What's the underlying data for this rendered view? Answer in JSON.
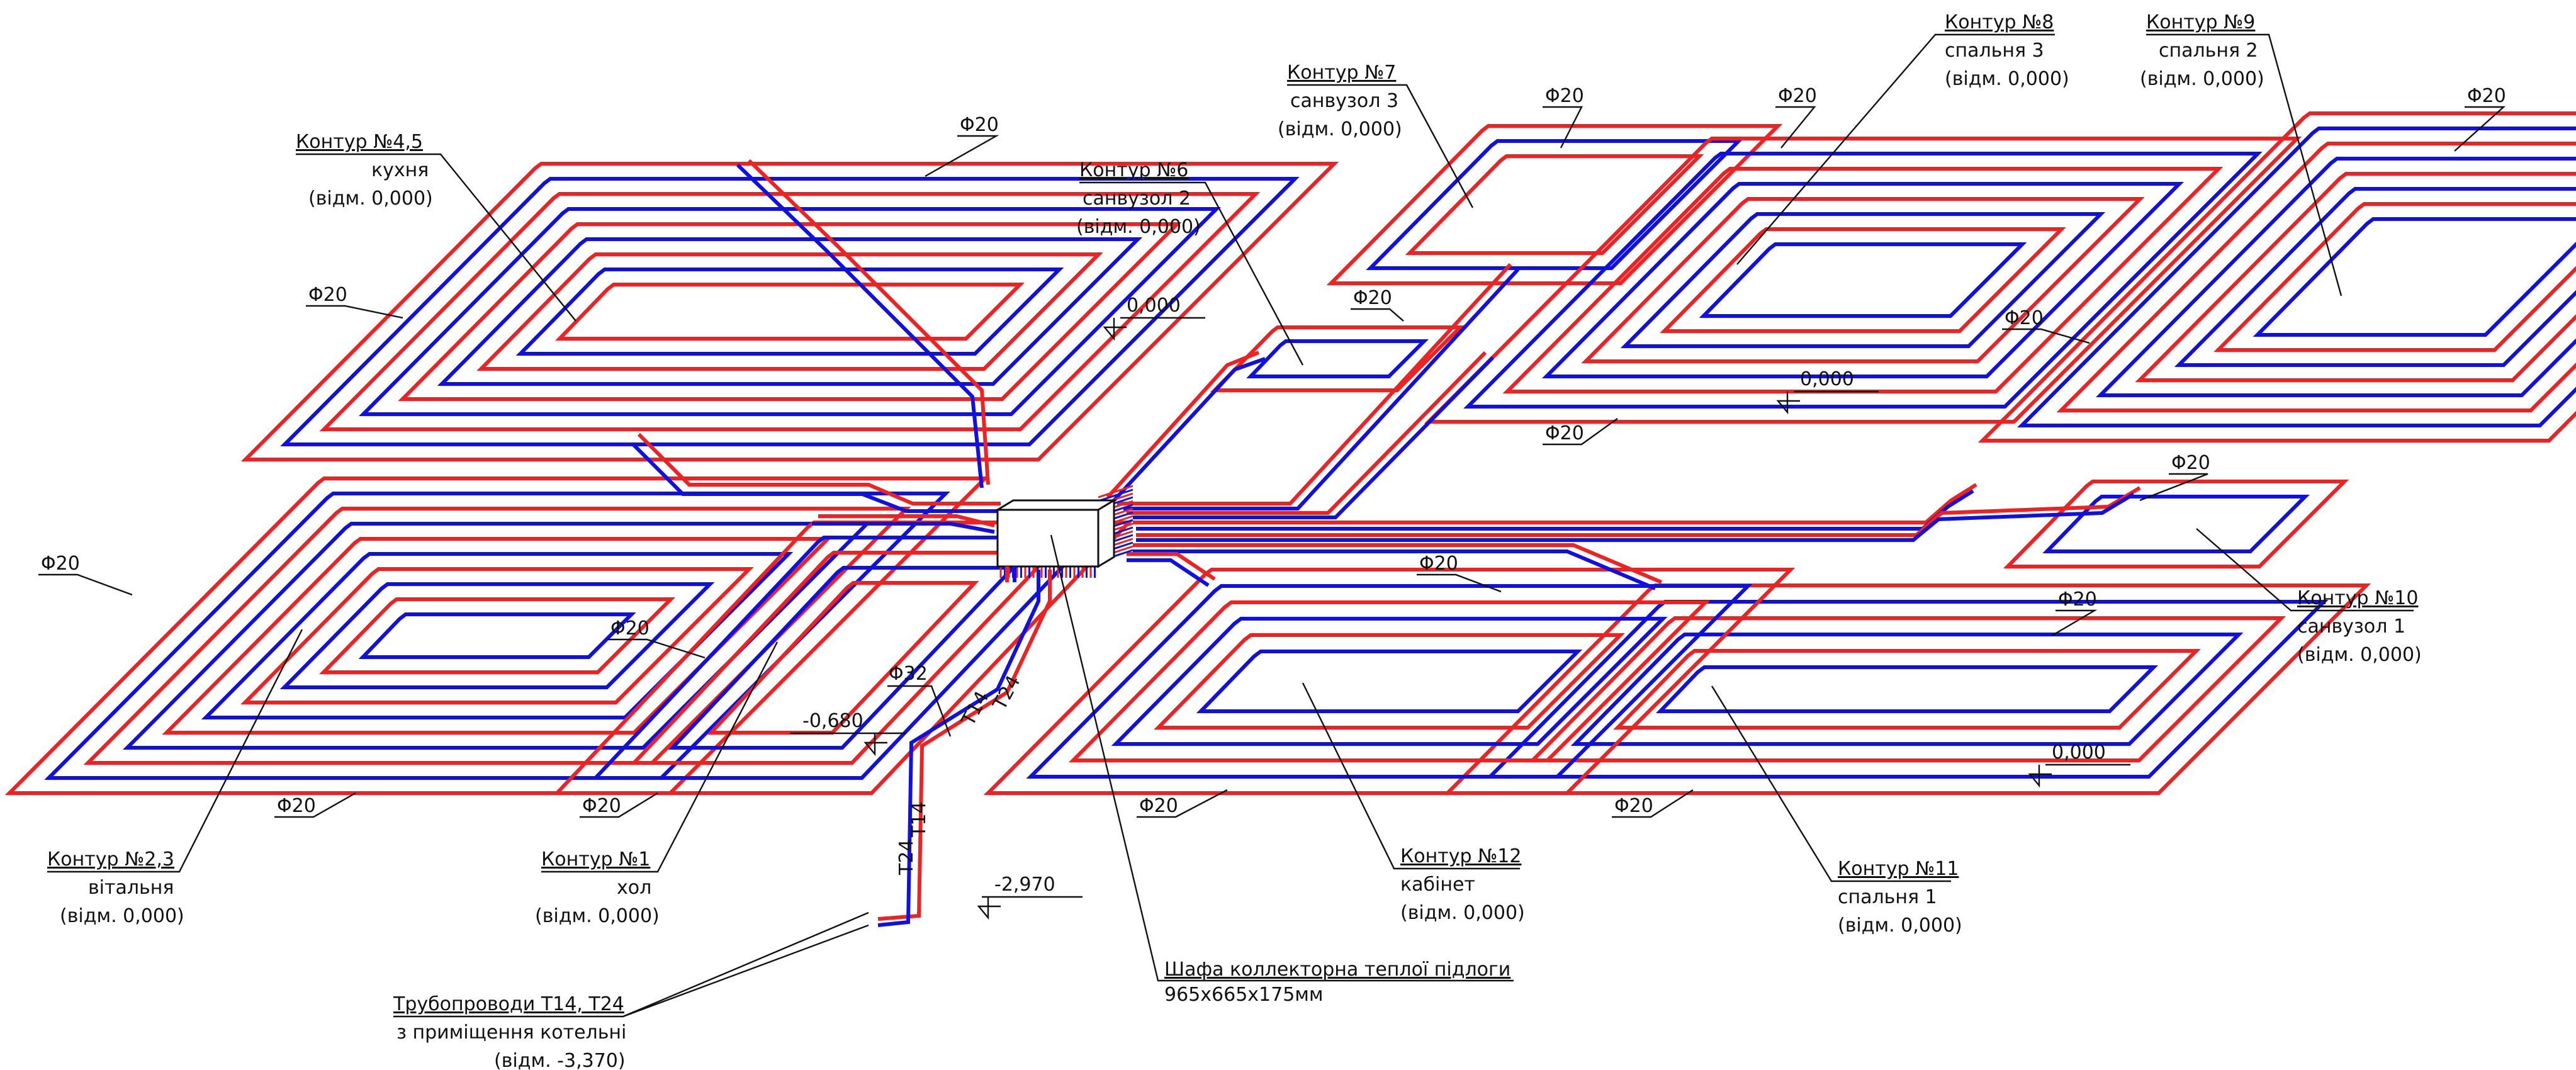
{
  "colors": {
    "supply": "#ee2222",
    "return": "#1010e0",
    "ink": "#111111"
  },
  "loops": [
    {
      "id": "c45",
      "line1": "Контур №4,5",
      "line2": "кухня",
      "line3": "(відм. 0,000)"
    },
    {
      "id": "c23",
      "line1": "Контур №2,3",
      "line2": "вітальня",
      "line3": "(відм. 0,000)"
    },
    {
      "id": "c1",
      "line1": "Контур №1",
      "line2": "хол",
      "line3": "(відм. 0,000)"
    },
    {
      "id": "c6",
      "line1": "Контур №6",
      "line2": "санвузол 2",
      "line3": "(відм. 0,000)"
    },
    {
      "id": "c7",
      "line1": "Контур №7",
      "line2": "санвузол 3",
      "line3": "(відм. 0,000)"
    },
    {
      "id": "c8",
      "line1": "Контур №8",
      "line2": "спальня 3",
      "line3": "(відм. 0,000)"
    },
    {
      "id": "c9",
      "line1": "Контур №9",
      "line2": "спальня 2",
      "line3": "(відм. 0,000)"
    },
    {
      "id": "c10",
      "line1": "Контур №10",
      "line2": "санвузол 1",
      "line3": "(відм. 0,000)"
    },
    {
      "id": "c11",
      "line1": "Контур №11",
      "line2": "спальня 1",
      "line3": "(відм. 0,000)"
    },
    {
      "id": "c12",
      "line1": "Контур №12",
      "line2": "кабінет",
      "line3": "(відм. 0,000)"
    }
  ],
  "pipe_diameter": "Φ20",
  "riser_diameter": "Φ32",
  "riser_labels": {
    "supply": "Т14",
    "return": "Т24"
  },
  "levels": {
    "zero": "0,000",
    "minus680": "-0,680",
    "minus2970": "-2,970"
  },
  "cabinet": {
    "title": "Шафа коллекторна теплої підлоги",
    "size": "965х665х175мм"
  },
  "pipes_note": {
    "line1": "Трубопроводи Т14, Т24",
    "line2": "з приміщення котельні",
    "line3": "(відм. -3,370)"
  }
}
